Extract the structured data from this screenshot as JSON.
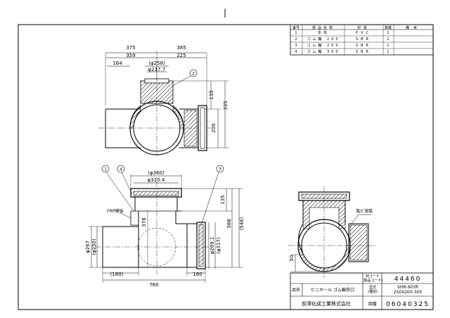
{
  "parts_table": {
    "headers": [
      "番号",
      "部品名称",
      "材質",
      "数量",
      "備考"
    ],
    "rows": [
      [
        "1",
        "本体",
        "PVC",
        "1",
        ""
      ],
      [
        "2",
        "ゴム輪 200",
        "SBR",
        "1",
        ""
      ],
      [
        "3",
        "ゴム輪 250",
        "SBR",
        "1",
        ""
      ],
      [
        "4",
        "ゴム輪 300",
        "SBR",
        "1",
        ""
      ]
    ]
  },
  "top_view": {
    "dims": {
      "d375": "375",
      "d385": "385",
      "d359": "359",
      "d225": "225",
      "d164": "164",
      "d258": "(φ258)",
      "d217": "φ217.7",
      "d135": "135",
      "d335": "335",
      "d200": "200"
    },
    "callouts": [
      "2"
    ]
  },
  "front_view": {
    "dims": {
      "d360": "(φ360)",
      "d320": "φ320.4",
      "d135": "135",
      "d388": "388",
      "d546": "(546)",
      "d378": "378",
      "d267": "φ267",
      "d250": "(φ250)",
      "d269": "φ269.1",
      "d317": "(φ317)",
      "d180": "(180)",
      "d160": "160",
      "d760": "760"
    },
    "labels": {
      "frp": "FRP補強"
    },
    "callouts": [
      "1",
      "4",
      "3"
    ]
  },
  "side_view": {
    "dims": {
      "d50": "50"
    },
    "labels": {
      "fusion": "塩ビ溶接"
    }
  },
  "title_block": {
    "m_code_label": "Mコード\n(製品コード)",
    "m_code_value": "44460",
    "name_label": "品名",
    "name_value": "ビニホール ゴム輪受口",
    "model_label": "型式\n(種別)",
    "model_value": "VHR-90YR\n250X200-300",
    "company": "前澤化成工業株式会社",
    "drawing_no_label": "図番",
    "drawing_no_value": "06040325"
  },
  "header_mark": "|"
}
